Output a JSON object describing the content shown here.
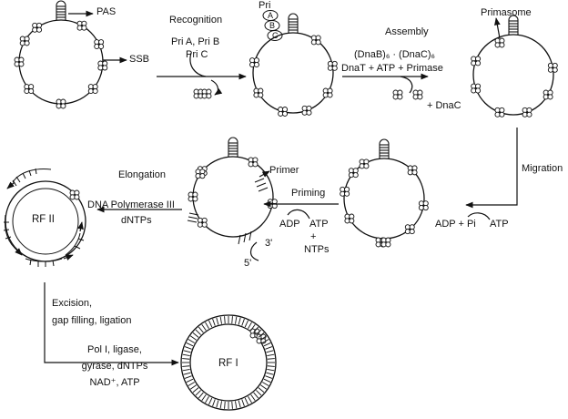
{
  "labels": {
    "pas": "PAS",
    "ssb": "SSB",
    "recognition": "Recognition",
    "pri_a_b": "Pri A, Pri B",
    "pri_c": "Pri C",
    "pri": "Pri",
    "pri_a_letter": "A",
    "pri_b_letter": "B",
    "pri_c_letter": "C",
    "assembly": "Assembly",
    "dnab_dnac": "(DnaB)₆ · (DnaC)₆",
    "dnat_line": "DnaT + ATP + Primase",
    "plus_dnac": "+ DnaC",
    "primasome": "Primasome",
    "migration": "Migration",
    "adp_pi": "ADP + Pi",
    "atp_migration": "ATP",
    "priming": "Priming",
    "primer": "Primer",
    "adp": "ADP",
    "atp_priming": "ATP",
    "plus_sign": "+",
    "ntps": "NTPs",
    "five_prime": "5'",
    "three_prime": "3'",
    "elongation": "Elongation",
    "dna_pol_iii": "DNA Polymerase III",
    "dntps": "dNTPs",
    "rf_ii": "RF II",
    "excision": "Excision,",
    "gap_filling": "gap filling, ligation",
    "pol_i": "Pol I, ligase,",
    "gyrase": "gyrase, dNTPs",
    "nad_atp": "NAD⁺, ATP",
    "rf_i": "RF I"
  },
  "colors": {
    "ink": "#111111",
    "background": "#ffffff"
  }
}
